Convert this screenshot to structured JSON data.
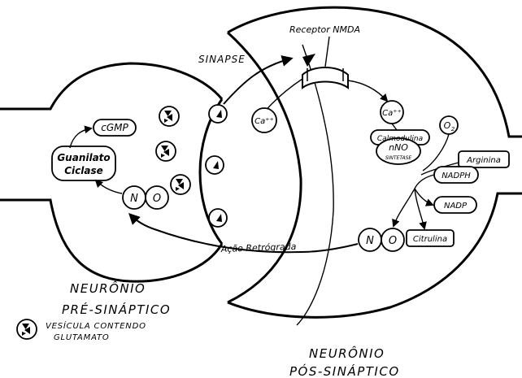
{
  "labels": {
    "synapse": "SINAPSE",
    "receptor": "Receptor NMDA",
    "ca_left": "Ca⁺⁺",
    "ca_right": "Ca⁺⁺",
    "cgmp": "cGMP",
    "guanylate_1": "Guanilato",
    "guanylate_2": "Ciclase",
    "no_n_left": "N",
    "no_o_left": "O",
    "no_n_right": "N",
    "no_o_right": "O",
    "calmodulin": "Calmodulina",
    "nnos_1": "nNO",
    "nnos_2": "SINTETASE",
    "o2": "O",
    "o2_sub": "2",
    "arginine": "Arginina",
    "nadph": "NADPH",
    "nadp": "NADP",
    "citrulline": "Citrulina",
    "retrograde": "Ação Retrógrada",
    "pre_1": "NEURÔNIO",
    "pre_2": "PRÉ-SINÁPTICO",
    "post_1": "NEURÔNIO",
    "post_2": "PÓS-SINÁPTICO",
    "legend_1": "VESÍCULA CONTENDO",
    "legend_2": "GLUTAMATO"
  },
  "icons": [
    "synaptic-vesicle-icon",
    "arrowhead-icon"
  ]
}
